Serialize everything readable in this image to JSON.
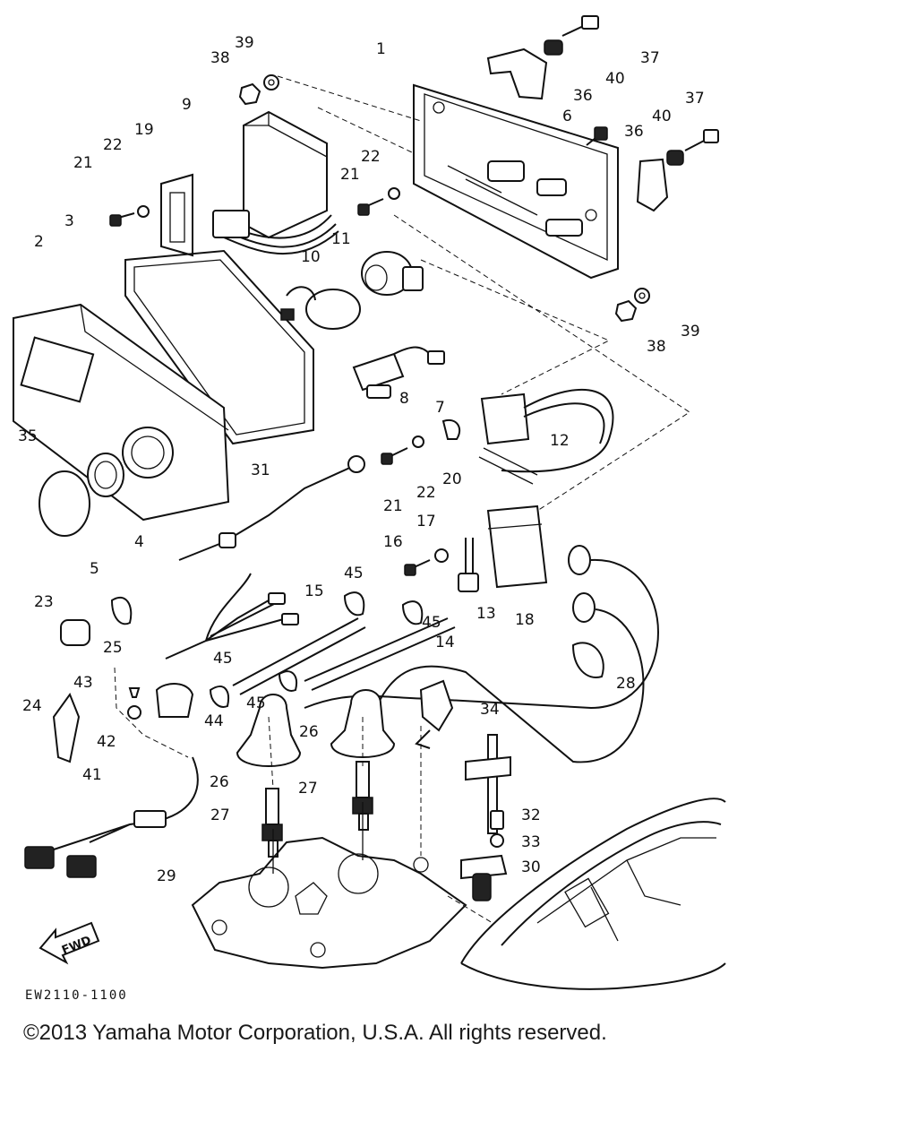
{
  "diagram": {
    "part_numbers": [
      "1",
      "2",
      "3",
      "4",
      "5",
      "6",
      "7",
      "8",
      "9",
      "10",
      "11",
      "12",
      "13",
      "14",
      "15",
      "16",
      "17",
      "18",
      "19",
      "20",
      "21",
      "22",
      "23",
      "24",
      "25",
      "26",
      "27",
      "28",
      "29",
      "30",
      "31",
      "32",
      "33",
      "34",
      "35",
      "36",
      "37",
      "38",
      "39",
      "40",
      "41",
      "42",
      "43",
      "44",
      "45"
    ],
    "drawing_code": "EW2110-1100",
    "fwd_label": "FWD"
  },
  "footer": {
    "copyright": "©2013 Yamaha Motor Corporation, U.S.A. All rights reserved."
  },
  "colors": {
    "ink": "#111111",
    "paper": "#ffffff"
  }
}
